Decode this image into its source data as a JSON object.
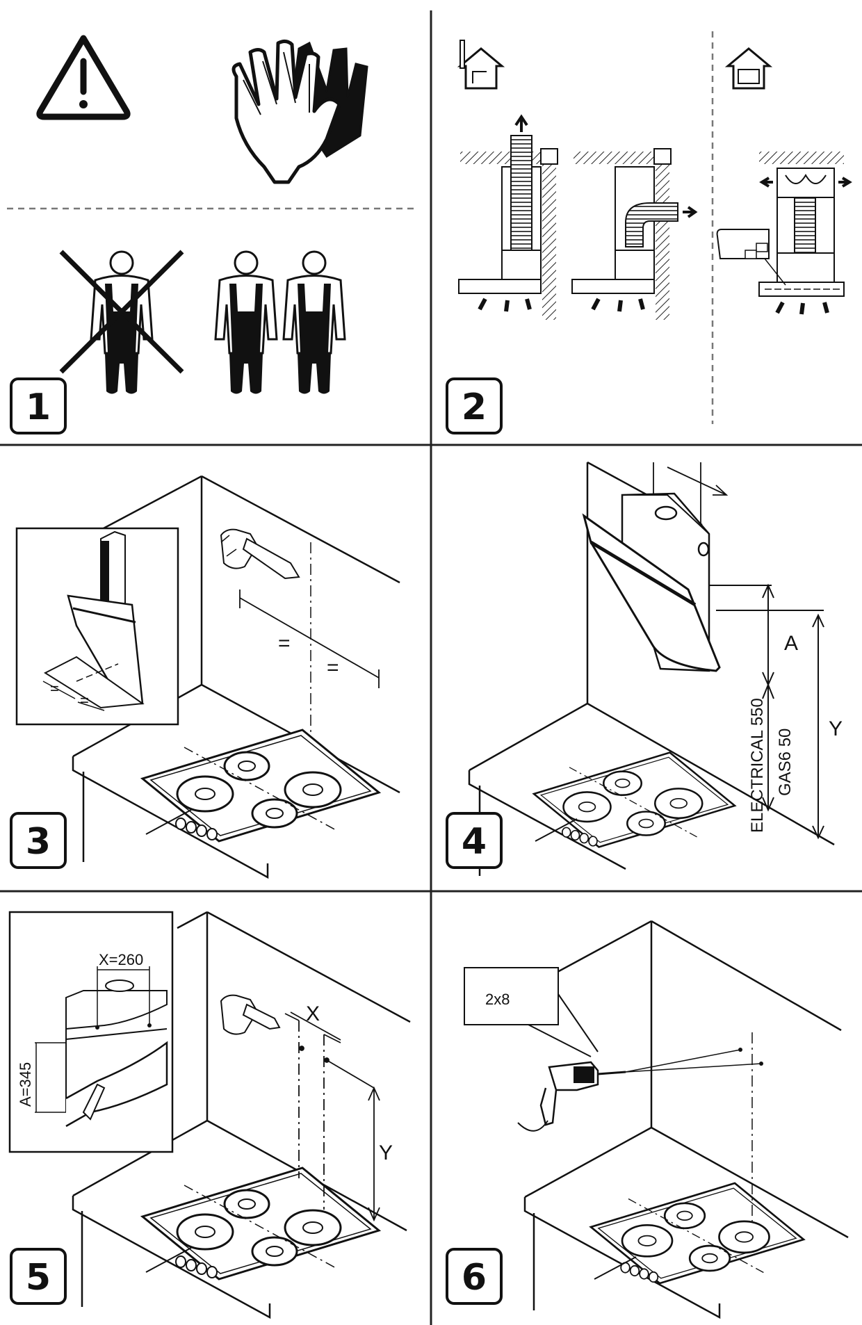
{
  "steps": [
    {
      "number": "1",
      "icons": [
        "warning-icon",
        "safety-gloves-icon",
        "single-installer-crossed-icon",
        "two-installers-icon"
      ]
    },
    {
      "number": "2",
      "icons": [
        "ducted-house-icon",
        "recirculation-house-icon"
      ]
    },
    {
      "number": "3"
    },
    {
      "number": "4",
      "labels": {
        "a": "A",
        "y": "Y",
        "electrical": "ELECTRICAL 550",
        "gas": "GAS6 50"
      }
    },
    {
      "number": "5",
      "labels": {
        "x_dim": "X=260",
        "a_dim": "A=345",
        "x": "X",
        "y": "Y",
        "eq": "="
      }
    },
    {
      "number": "6",
      "labels": {
        "screws": "2x8"
      }
    }
  ],
  "eq_mark": "=",
  "colors": {
    "ink": "#1a1a1a",
    "line": "#222222",
    "dash": "#777777",
    "paper": "#ffffff"
  }
}
